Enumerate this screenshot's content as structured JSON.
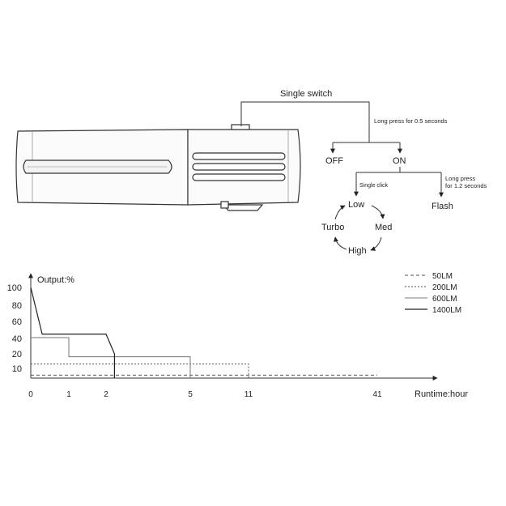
{
  "flow": {
    "switch_label": "Single switch",
    "long_press_off_on": "Long press for 0.5 seconds",
    "off_label": "OFF",
    "on_label": "ON",
    "single_click": "Single click",
    "long_press_flash": "Long press for 1.2 seconds",
    "flash_label": "Flash",
    "modes": {
      "low": "Low",
      "med": "Med",
      "high": "High",
      "turbo": "Turbo"
    }
  },
  "chart_data": {
    "type": "line",
    "ylabel": "Output:%",
    "xlabel": "Runtime:hour",
    "y_ticks": [
      "100",
      "80",
      "60",
      "40",
      "20",
      "10"
    ],
    "x_ticks": [
      "0",
      "1",
      "2",
      "5",
      "11",
      "41"
    ],
    "legend": [
      "50LM",
      "200LM",
      "600LM",
      "1400LM"
    ],
    "series": [
      {
        "name": "50LM",
        "style": "dashed",
        "points": [
          [
            0,
            3
          ],
          [
            41,
            3
          ]
        ]
      },
      {
        "name": "200LM",
        "style": "dashed",
        "points": [
          [
            0,
            13
          ],
          [
            11,
            13
          ],
          [
            11,
            0
          ]
        ]
      },
      {
        "name": "600LM",
        "style": "solid",
        "points": [
          [
            0,
            41
          ],
          [
            1,
            41
          ],
          [
            1,
            18
          ],
          [
            5,
            18
          ],
          [
            5,
            0
          ]
        ]
      },
      {
        "name": "1400LM",
        "style": "solid",
        "points": [
          [
            0,
            100
          ],
          [
            0.3,
            45
          ],
          [
            2,
            45
          ],
          [
            2.3,
            20
          ],
          [
            2.3,
            0
          ]
        ]
      }
    ]
  }
}
